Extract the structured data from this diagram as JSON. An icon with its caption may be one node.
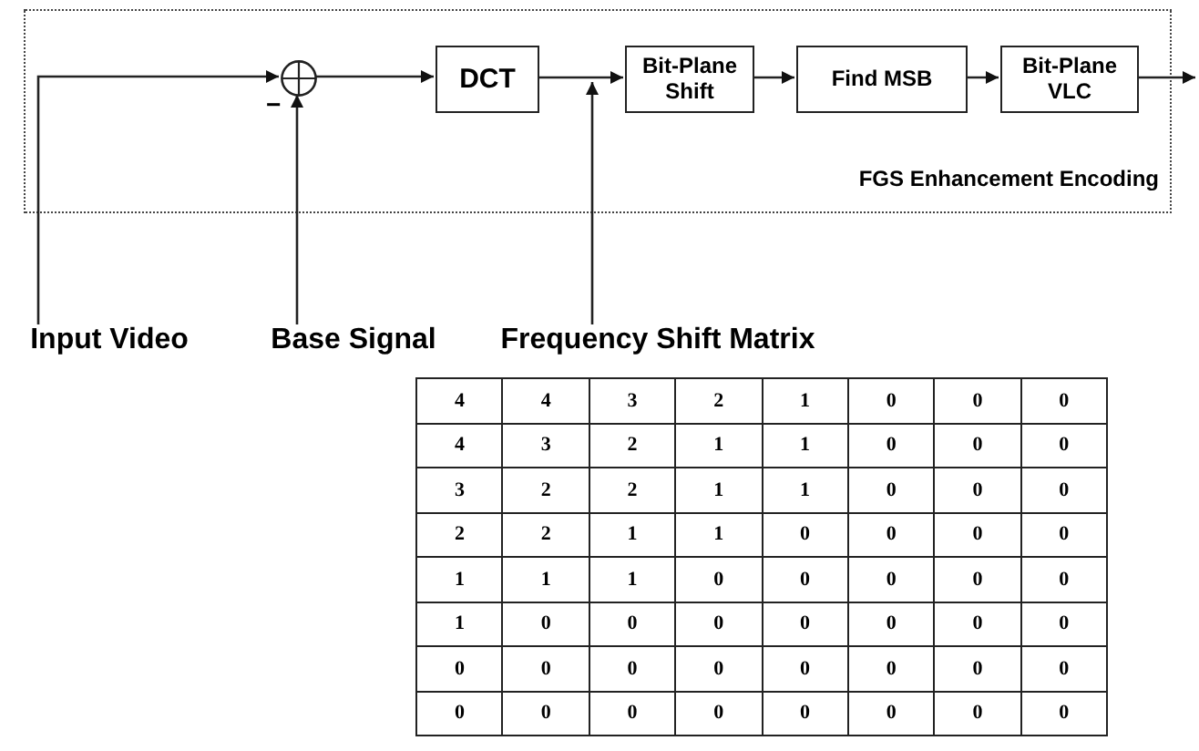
{
  "diagram": {
    "nodes": [
      {
        "text": [
          "FGS Enhancement Encoding"
        ]
      },
      {
        "text": [],
        "shape": "circle",
        "in": 0,
        "beside": [
          "−"
        ]
      },
      {
        "text": [
          "DCT"
        ],
        "in": 0
      },
      {
        "text": [
          "Bit-Plane Shift"
        ],
        "in": 0
      },
      {
        "text": [
          "Find MSB"
        ],
        "in": 0
      },
      {
        "text": [
          "Bit-Plane VLC"
        ],
        "in": 0
      },
      {
        "text": [
          "Input Video"
        ]
      },
      {
        "text": [
          "Base Signal"
        ]
      },
      {
        "text": [
          "Frequency Shift Matrix"
        ]
      }
    ],
    "edges": [
      {
        "from": 6,
        "to": 1,
        "arrow": "to"
      },
      {
        "from": 7,
        "to": 1,
        "arrow": "to"
      },
      {
        "from": 1,
        "to": 2,
        "arrow": "to"
      },
      {
        "from": 2,
        "to": 3,
        "arrow": "to"
      },
      {
        "from": 3,
        "to": 4,
        "arrow": "to"
      },
      {
        "from": 4,
        "to": 5,
        "arrow": "to"
      },
      {
        "from": 5,
        "to": null,
        "arrow": "to"
      },
      {
        "from": 8,
        "to": 3,
        "arrow": "to"
      }
    ],
    "labels": [
      "4",
      "4",
      "3",
      "2",
      "1",
      "0",
      "0",
      "0",
      "4",
      "3",
      "2",
      "1",
      "1",
      "0",
      "0",
      "0",
      "3",
      "2",
      "2",
      "1",
      "1",
      "0",
      "0",
      "0",
      "2",
      "2",
      "1",
      "1",
      "0",
      "0",
      "0",
      "0",
      "1",
      "1",
      "1",
      "0",
      "0",
      "0",
      "0",
      "0",
      "1",
      "0",
      "0",
      "0",
      "0",
      "0",
      "0",
      "0",
      "0",
      "0",
      "0",
      "0",
      "0",
      "0",
      "0",
      "0",
      "0",
      "0",
      "0",
      "0",
      "0",
      "0",
      "0",
      "0"
    ]
  }
}
